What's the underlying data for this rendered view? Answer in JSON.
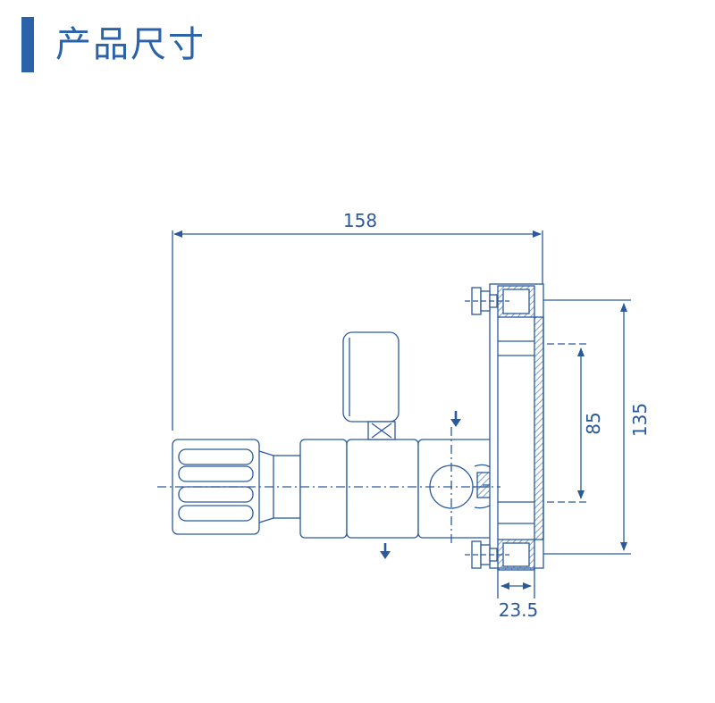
{
  "header": {
    "title": "产品尺寸"
  },
  "colors": {
    "accent": "#2a63a9",
    "line": "#2a5a9c",
    "body_fill": "#ffffff",
    "hatch": "#5a86c0"
  },
  "dimensions": {
    "overall_length": "158",
    "overall_height": "135",
    "inner_height": "85",
    "flange_width": "23.5"
  }
}
